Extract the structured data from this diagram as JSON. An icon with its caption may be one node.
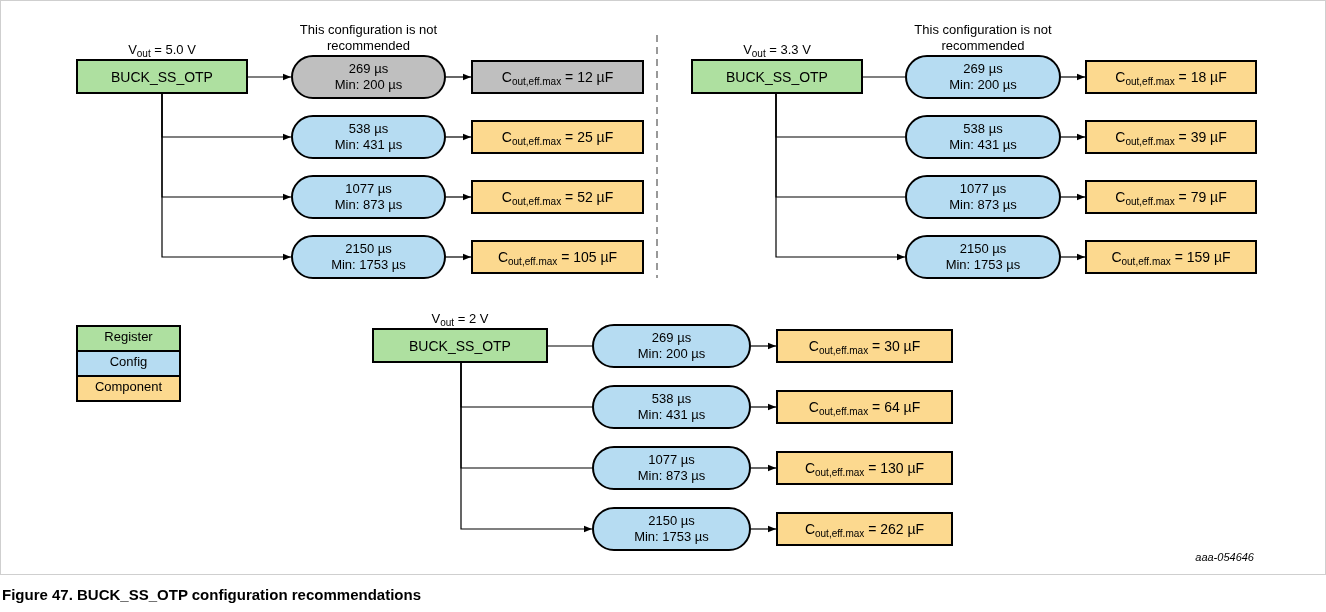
{
  "diagram": {
    "caption": "Figure 47. BUCK_SS_OTP configuration recommendations",
    "nodes": [
      {
        "text": [
          "BUCK_SS_OTP"
        ],
        "beside": [
          "V$_{out}$ = 5.0 V"
        ]
      },
      {
        "text": [
          "269 µs",
          "Min: 200 µs"
        ],
        "beside": [
          "This configuration is not recommended"
        ]
      },
      {
        "text": [
          "538 µs",
          "Min: 431 µs"
        ]
      },
      {
        "text": [
          "1077 µs",
          "Min: 873 µs"
        ]
      },
      {
        "text": [
          "2150 µs",
          "Min: 1753 µs"
        ]
      },
      {
        "text": [
          "C$_{out,eff.max}$ = 12 µF"
        ]
      },
      {
        "text": [
          "C$_{out,eff.max}$ = 25 µF"
        ]
      },
      {
        "text": [
          "C$_{out,eff.max}$ = 52 µF"
        ]
      },
      {
        "text": [
          "C$_{out,eff.max}$ = 105 µF"
        ]
      },
      {
        "text": [
          "BUCK_SS_OTP"
        ],
        "beside": [
          "V$_{out}$ = 3.3 V"
        ]
      },
      {
        "text": [
          "269 µs",
          "Min: 200 µs"
        ],
        "beside": [
          "This configuration is not recommended"
        ]
      },
      {
        "text": [
          "538 µs",
          "Min: 431 µs"
        ]
      },
      {
        "text": [
          "1077 µs",
          "Min: 873 µs"
        ]
      },
      {
        "text": [
          "2150 µs",
          "Min: 1753 µs"
        ]
      },
      {
        "text": [
          "C$_{out,eff.max}$ = 18 µF"
        ]
      },
      {
        "text": [
          "C$_{out,eff.max}$ = 39 µF"
        ]
      },
      {
        "text": [
          "C$_{out,eff.max}$ = 79 µF"
        ]
      },
      {
        "text": [
          "C$_{out,eff.max}$ = 159 µF"
        ]
      },
      {
        "text": [
          "BUCK_SS_OTP"
        ],
        "beside": [
          "V$_{out}$ = 2 V"
        ]
      },
      {
        "text": [
          "269 µs",
          "Min: 200 µs"
        ]
      },
      {
        "text": [
          "538 µs",
          "Min: 431 µs"
        ]
      },
      {
        "text": [
          "1077 µs",
          "Min: 873 µs"
        ]
      },
      {
        "text": [
          "2150 µs",
          "Min: 1753 µs"
        ]
      },
      {
        "text": [
          "C$_{out,eff.max}$ = 30 µF"
        ]
      },
      {
        "text": [
          "C$_{out,eff.max}$ = 64 µF"
        ]
      },
      {
        "text": [
          "C$_{out,eff.max}$ = 130 µF"
        ]
      },
      {
        "text": [
          "C$_{out,eff.max}$ = 262 µF"
        ]
      }
    ],
    "edges": [
      {
        "from": 0,
        "to": 1,
        "arrow": "to"
      },
      {
        "from": 0,
        "to": 2,
        "arrow": "to"
      },
      {
        "from": 0,
        "to": 3,
        "arrow": "to"
      },
      {
        "from": 0,
        "to": 4,
        "arrow": "to"
      },
      {
        "from": 1,
        "to": 5,
        "arrow": "to"
      },
      {
        "from": 2,
        "to": 6,
        "arrow": "to"
      },
      {
        "from": 3,
        "to": 7,
        "arrow": "to"
      },
      {
        "from": 4,
        "to": 8,
        "arrow": "to"
      },
      {
        "from": 9,
        "to": 10,
        "arrow": "none"
      },
      {
        "from": 9,
        "to": 11,
        "arrow": "none"
      },
      {
        "from": 9,
        "to": 12,
        "arrow": "none"
      },
      {
        "from": 9,
        "to": 13,
        "arrow": "to"
      },
      {
        "from": 10,
        "to": 14,
        "arrow": "to"
      },
      {
        "from": 11,
        "to": 15,
        "arrow": "to"
      },
      {
        "from": 12,
        "to": 16,
        "arrow": "to"
      },
      {
        "from": 13,
        "to": 17,
        "arrow": "to"
      },
      {
        "from": 18,
        "to": 19,
        "arrow": "none"
      },
      {
        "from": 18,
        "to": 20,
        "arrow": "none"
      },
      {
        "from": 18,
        "to": 21,
        "arrow": "none"
      },
      {
        "from": 18,
        "to": 22,
        "arrow": "to"
      },
      {
        "from": 19,
        "to": 23,
        "arrow": "to"
      },
      {
        "from": 20,
        "to": 24,
        "arrow": "to"
      },
      {
        "from": 21,
        "to": 25,
        "arrow": "to"
      },
      {
        "from": 22,
        "to": 26,
        "arrow": "to"
      }
    ],
    "labels": [
      "aaa-054646"
    ],
    "legend": [
      {
        "text": "Register",
        "color": "#aee0a0"
      },
      {
        "text": "Config",
        "color": "#b6dcf2"
      },
      {
        "text": "Component",
        "color": "#fcd98f"
      }
    ]
  }
}
